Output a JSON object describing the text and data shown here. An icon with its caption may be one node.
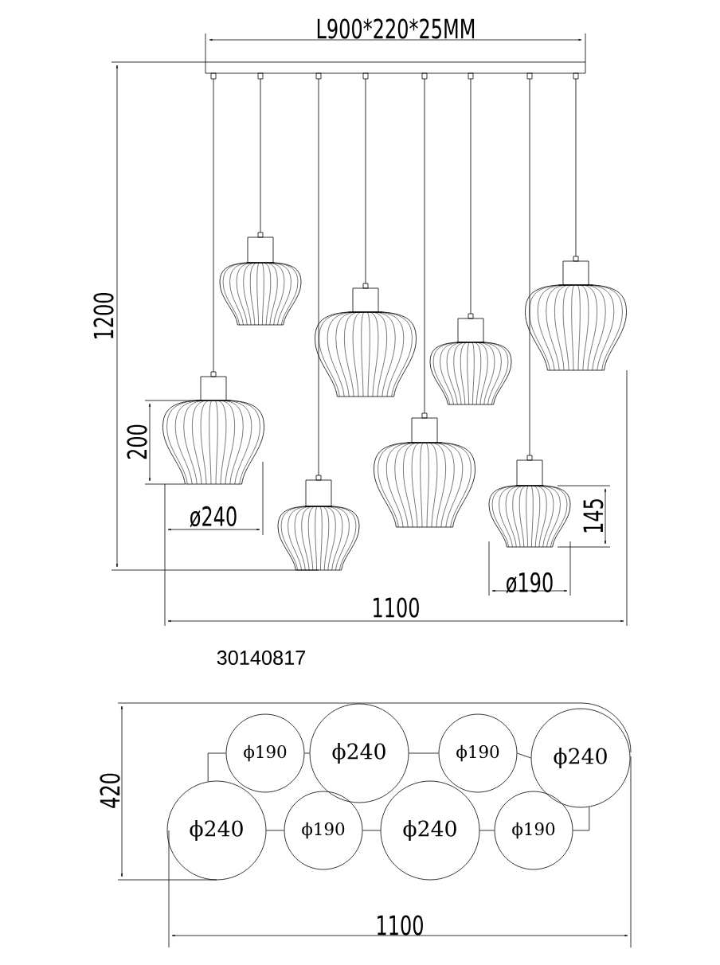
{
  "diagram": {
    "nodes": [
      {
        "text": [
          "ϕ190"
        ]
      },
      {
        "text": [
          "ϕ240"
        ]
      },
      {
        "text": [
          "ϕ190"
        ]
      },
      {
        "text": [
          "ϕ240"
        ]
      },
      {
        "text": [
          "ϕ240"
        ]
      },
      {
        "text": [
          "ϕ190"
        ]
      },
      {
        "text": [
          "ϕ240"
        ]
      },
      {
        "text": [
          "ϕ190"
        ]
      }
    ],
    "edges": [
      {
        "from": 0,
        "to": 1,
        "arrow": "none"
      },
      {
        "from": 1,
        "to": 2,
        "arrow": "none"
      },
      {
        "from": 2,
        "to": 3,
        "arrow": "none"
      },
      {
        "from": 4,
        "to": 5,
        "arrow": "none"
      },
      {
        "from": 5,
        "to": 6,
        "arrow": "none"
      },
      {
        "from": 6,
        "to": 7,
        "arrow": "none"
      },
      {
        "from": 0,
        "to": 4,
        "arrow": "none"
      },
      {
        "from": 3,
        "to": 7,
        "arrow": "none"
      }
    ],
    "labels": [
      "L900*220*25MM",
      "1200",
      "200",
      "ø240",
      "145",
      "ø190",
      "1100",
      "30140817",
      "420",
      "1100"
    ]
  }
}
